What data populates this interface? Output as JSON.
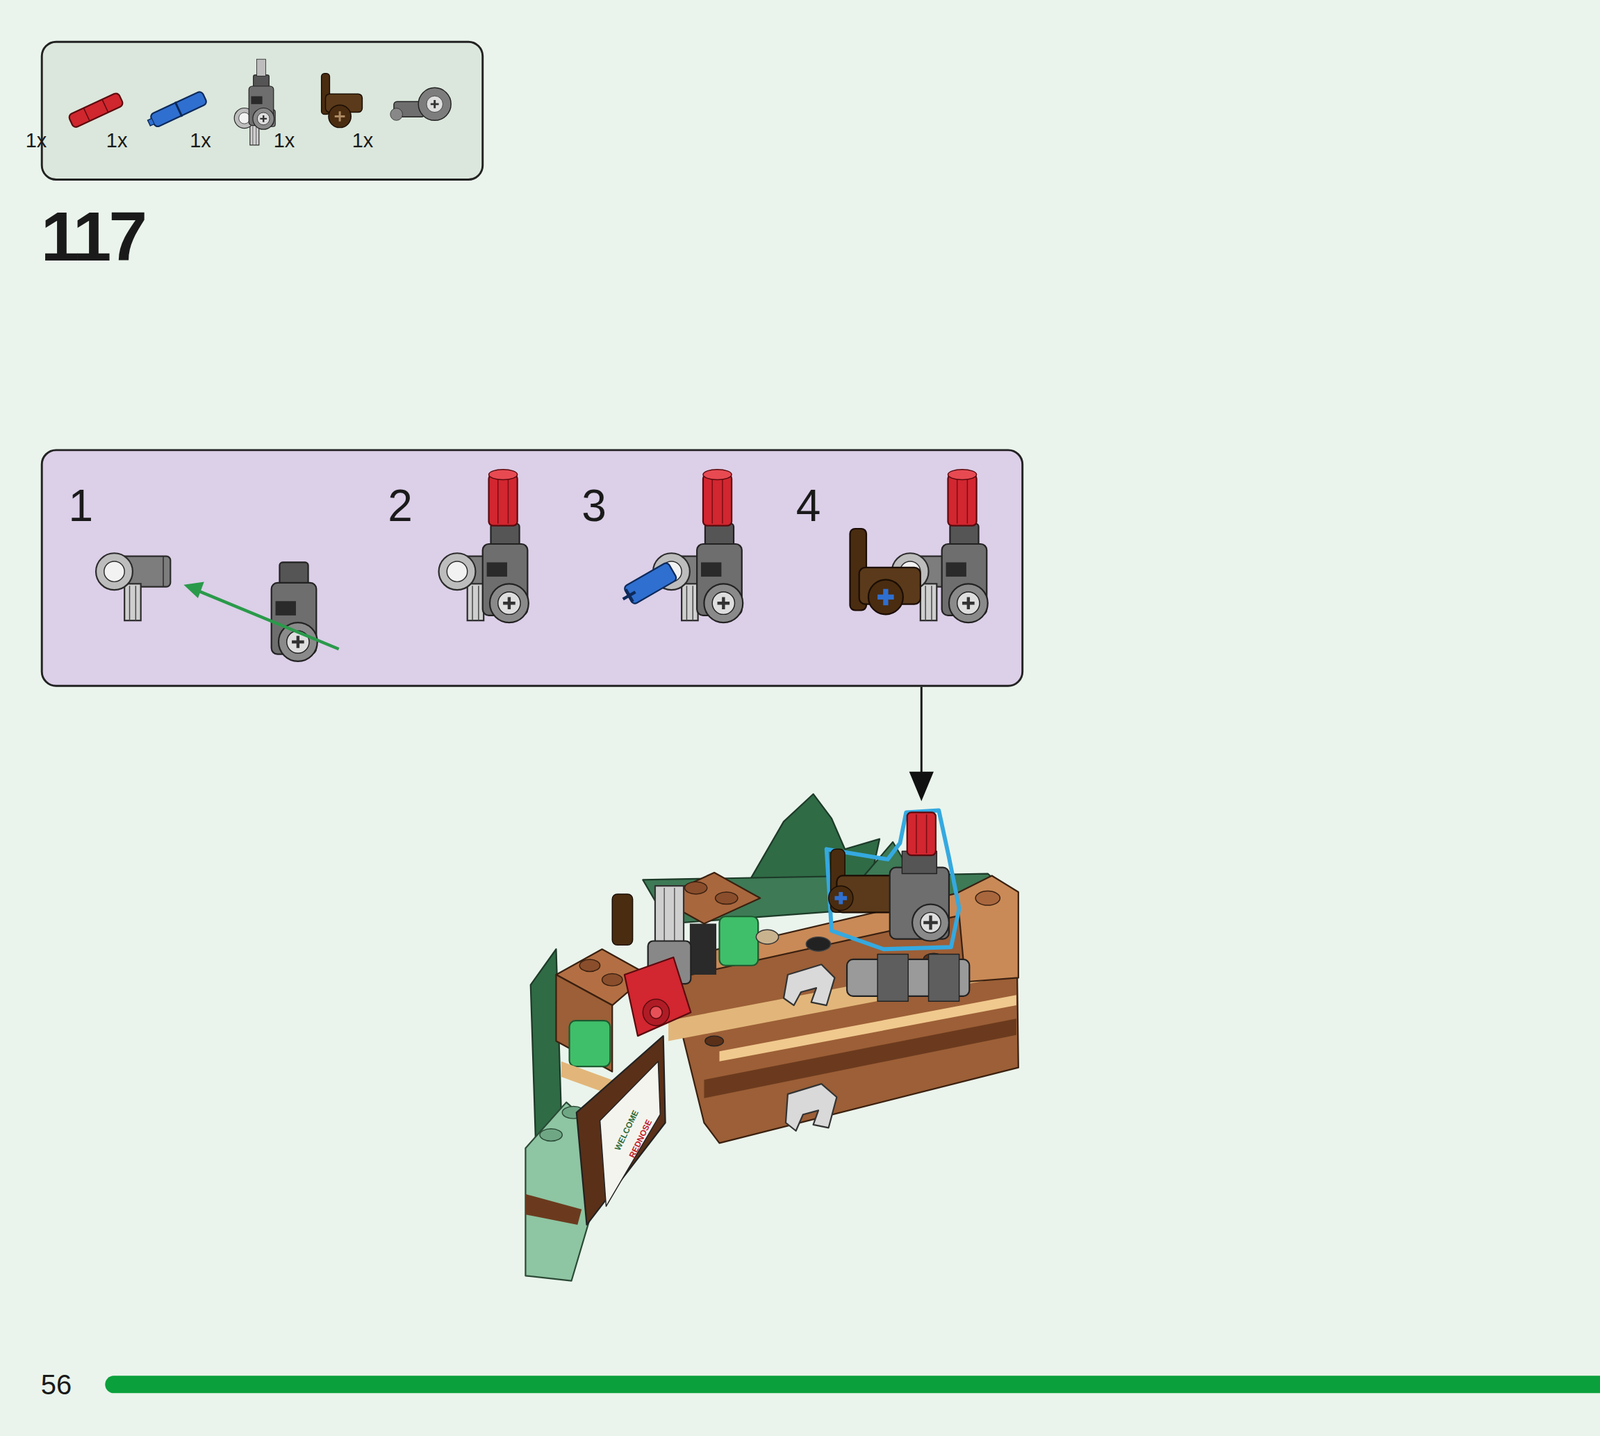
{
  "diagram": {
    "nodes": [
      {
        "text": [
          "1x",
          "1x",
          "1x",
          "1x",
          "1x"
        ]
      },
      {
        "text": [
          "1",
          "2",
          "3",
          "4"
        ]
      }
    ],
    "labels": [
      "117",
      "56",
      "WELCOME",
      "REDNOSE"
    ]
  }
}
